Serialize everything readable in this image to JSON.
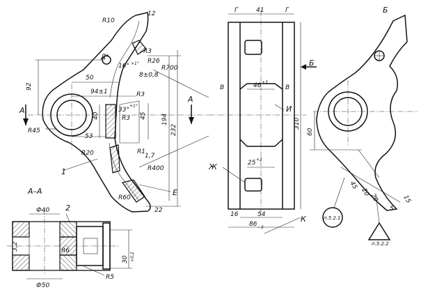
{
  "views": {
    "section_title": "А–А",
    "view_b_title": "Б",
    "cut_a": "А",
    "arrow_b": "Б"
  },
  "refs": {
    "part": "1",
    "pin": "2",
    "weld_e": "Е",
    "weld_zh": "Ж",
    "weld_i": "И",
    "edge_k": "К",
    "edge_v": "В",
    "edge_g": "Г",
    "note_d": "Д*"
  },
  "front_dims": {
    "r10": "R10",
    "r3_top": "R3",
    "r26": "R26",
    "r700": "R700",
    "d12": "12",
    "ang16": "16°",
    "ang16_sup": "+1°",
    "d8": "8±0,8",
    "d50": "50",
    "d94": "94±1",
    "d92": "92",
    "r3_mid": "R3",
    "r3_inner": "R3",
    "d33": "33°",
    "d33_sup": "+1°",
    "d40": "40",
    "d45": "45",
    "d194": "194",
    "d232": "232",
    "r45": "R45",
    "d53": "53",
    "r20": "R20",
    "r1": "R1",
    "d17": "1,7",
    "r400": "R400",
    "r60": "R60",
    "d22": "22"
  },
  "side_dims": {
    "d41": "41",
    "d46": "46",
    "d46_sup": "+3",
    "d310": "310",
    "d25": "25",
    "d25_sup": "+2",
    "d16": "16",
    "d54": "54",
    "d86": "86",
    "d86_sub": "−3"
  },
  "section_dims": {
    "phi40": "Ф40",
    "phi50": "Ф50",
    "d32": "3,2",
    "r6": "R6",
    "r5": "R5",
    "d30": "30",
    "d30_sup": "+0,2"
  },
  "view_b_dims": {
    "d60": "60",
    "d45": "45",
    "d20a": "20",
    "d20b": "20",
    "d5": "5",
    "d15": "15",
    "note1": "п.5.2.1",
    "note2": "п.5.2.2"
  }
}
